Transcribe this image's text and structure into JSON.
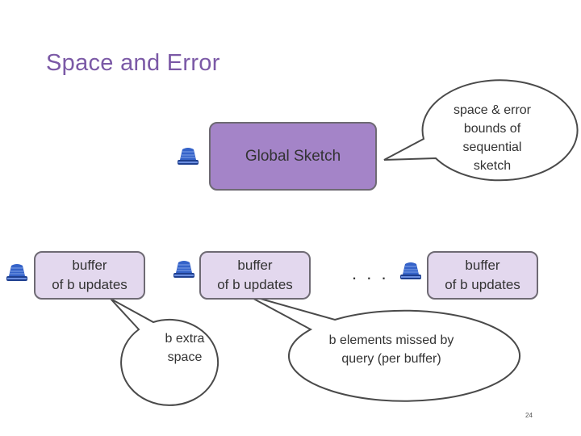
{
  "slide": {
    "title": "Space and Error",
    "page_number": "24"
  },
  "diagram": {
    "global_sketch": "Global Sketch",
    "buffers": [
      {
        "line1": "buffer",
        "line2": "of b updates"
      },
      {
        "line1": "buffer",
        "line2": "of b updates"
      },
      {
        "line1": "buffer",
        "line2": "of b updates"
      }
    ],
    "ellipsis": ". . .",
    "callouts": {
      "space_error": {
        "lines": [
          "space & error",
          "bounds of",
          "sequential",
          "sketch"
        ]
      },
      "extra_space": {
        "lines": [
          "b extra",
          "space"
        ]
      },
      "missed": {
        "lines": [
          "b elements missed by",
          "query (per buffer)"
        ]
      }
    },
    "icon": "database-stack-icon"
  },
  "colors": {
    "title": "#7b59a6",
    "global_fill": "#a484c8",
    "buffer_fill": "#e3d8ee",
    "border": "#6e6a73",
    "icon_blue": "#2e57b8"
  }
}
